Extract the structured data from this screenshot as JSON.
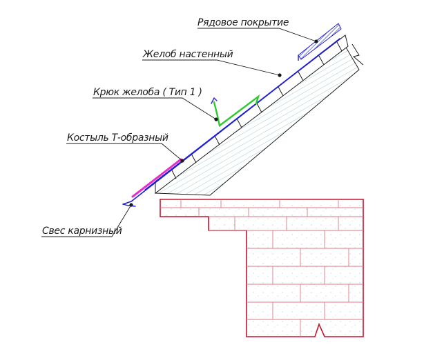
{
  "labels": {
    "ryadovoe": "Рядовое покрытие",
    "zhelob": "Желоб настенный",
    "kryuk": "Крюк желоба ( Тип 1 )",
    "kostyl": "Костыль Т-образный",
    "svesk": "Свес карнизный"
  },
  "colors": {
    "ink": "#1a1a1a",
    "blue": "#1f1fd6",
    "green": "#2ec92e",
    "magenta": "#e62ec8",
    "brick": "#c8102e",
    "hatch": "#8fbcbc"
  }
}
